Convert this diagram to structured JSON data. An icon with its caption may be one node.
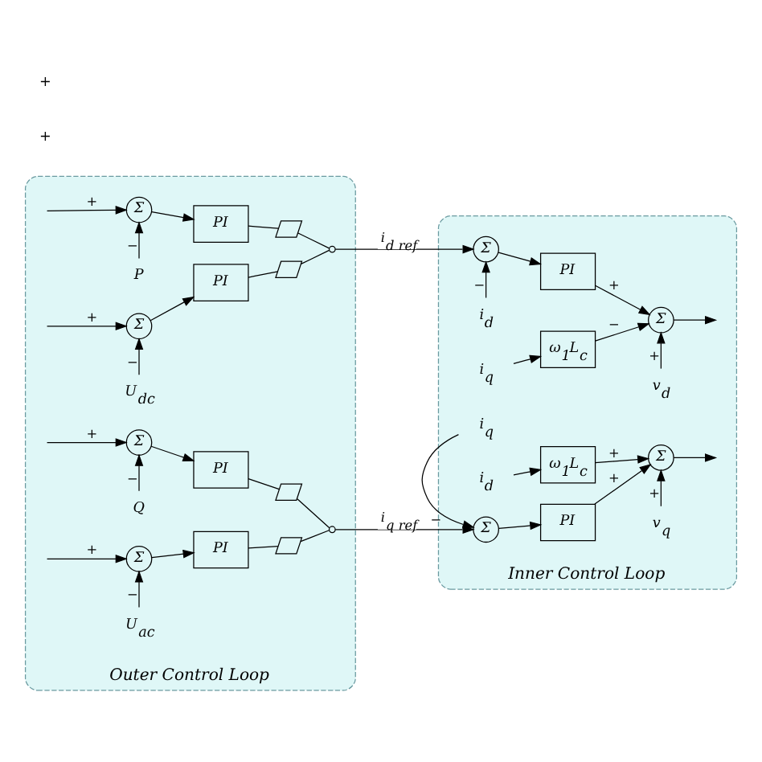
{
  "diagram": {
    "nodes": [
      {
        "text": [
          "Outer Control Loop"
        ]
      },
      {
        "text": [
          "Σ"
        ],
        "in": 0
      },
      {
        "text": [
          "PI"
        ],
        "in": 0
      },
      {
        "text": [],
        "shape": "limiter",
        "in": 0
      },
      {
        "text": [
          "P"
        ],
        "in": 0
      },
      {
        "text": [
          "Σ"
        ],
        "in": 0
      },
      {
        "text": [
          "PI"
        ],
        "in": 0
      },
      {
        "text": [],
        "shape": "limiter",
        "in": 0
      },
      {
        "text": [
          "U$_{dc}$"
        ],
        "in": 0
      },
      {
        "text": [],
        "shape": "circle",
        "in": 0
      },
      {
        "text": [
          "Σ"
        ],
        "in": 0
      },
      {
        "text": [
          "PI"
        ],
        "in": 0
      },
      {
        "text": [],
        "shape": "limiter",
        "in": 0
      },
      {
        "text": [
          "Q"
        ],
        "in": 0
      },
      {
        "text": [
          "Σ"
        ],
        "in": 0
      },
      {
        "text": [
          "PI"
        ],
        "in": 0
      },
      {
        "text": [],
        "shape": "limiter",
        "in": 0
      },
      {
        "text": [
          "U$_{ac}$"
        ],
        "in": 0
      },
      {
        "text": [],
        "shape": "circle",
        "in": 0
      },
      {
        "text": [
          "Inner Control Loop"
        ]
      },
      {
        "text": [
          "i$_{q}$"
        ],
        "in": 19
      },
      {
        "text": [
          "ω$_{1}$L$_{c}$"
        ],
        "in": 19
      },
      {
        "text": [
          "Σ"
        ],
        "in": 19
      },
      {
        "text": [
          "PI"
        ],
        "in": 19
      },
      {
        "text": [
          "Σ"
        ],
        "in": 19
      },
      {
        "text": [
          "i$_{d}$"
        ],
        "in": 19
      },
      {
        "text": [
          "v$_{d}$"
        ],
        "in": 19
      },
      {
        "text": [
          "i$_{d}$"
        ],
        "in": 19
      },
      {
        "text": [
          "ω$_{1}$L$_{c}$"
        ],
        "in": 19
      },
      {
        "text": [
          "Σ"
        ],
        "in": 19
      },
      {
        "text": [
          "PI"
        ],
        "in": 19
      },
      {
        "text": [
          "Σ"
        ],
        "in": 19
      },
      {
        "text": [
          "i$_{q}$"
        ],
        "in": 19
      },
      {
        "text": [
          "v$_{q}$"
        ],
        "in": 19
      }
    ],
    "edges": [
      {
        "from": null,
        "to": 1,
        "arrow": "to",
        "label": "+"
      },
      {
        "from": 1,
        "to": 2,
        "arrow": "to"
      },
      {
        "from": 2,
        "to": 3,
        "arrow": "none"
      },
      {
        "from": 3,
        "to": 9,
        "arrow": "none"
      },
      {
        "from": 4,
        "to": 1,
        "arrow": "to",
        "label": "−"
      },
      {
        "from": null,
        "to": 5,
        "arrow": "to",
        "label": "+"
      },
      {
        "from": 5,
        "to": 6,
        "arrow": "to"
      },
      {
        "from": 6,
        "to": 7,
        "arrow": "none"
      },
      {
        "from": 7,
        "to": 9,
        "arrow": "none"
      },
      {
        "from": 8,
        "to": 5,
        "arrow": "to",
        "label": "−"
      },
      {
        "from": null,
        "to": 10,
        "arrow": "to",
        "label": "+"
      },
      {
        "from": 10,
        "to": 11,
        "arrow": "to"
      },
      {
        "from": 11,
        "to": 12,
        "arrow": "none"
      },
      {
        "from": 12,
        "to": 18,
        "arrow": "none"
      },
      {
        "from": 13,
        "to": 10,
        "arrow": "to",
        "label": "−"
      },
      {
        "from": null,
        "to": 14,
        "arrow": "to",
        "label": "+"
      },
      {
        "from": 14,
        "to": 15,
        "arrow": "to"
      },
      {
        "from": 15,
        "to": 16,
        "arrow": "none"
      },
      {
        "from": 16,
        "to": 18,
        "arrow": "none"
      },
      {
        "from": 17,
        "to": 14,
        "arrow": "to",
        "label": "−"
      },
      {
        "from": 9,
        "to": 22,
        "arrow": "to",
        "label": "i$_{d ref}$"
      },
      {
        "from": 20,
        "to": 21,
        "arrow": "to"
      },
      {
        "from": 21,
        "to": 24,
        "arrow": "to",
        "label": "−"
      },
      {
        "from": 22,
        "to": 23,
        "arrow": "to"
      },
      {
        "from": 23,
        "to": 24,
        "arrow": "to",
        "label": "+"
      },
      {
        "from": 25,
        "to": 22,
        "arrow": "to",
        "label": "−"
      },
      {
        "from": 26,
        "to": 24,
        "arrow": "to",
        "label": "+"
      },
      {
        "from": 24,
        "to": null,
        "arrow": "to"
      },
      {
        "from": 18,
        "to": 29,
        "arrow": "to",
        "label": "i$_{q ref}$"
      },
      {
        "from": 27,
        "to": 28,
        "arrow": "to"
      },
      {
        "from": 28,
        "to": 31,
        "arrow": "to",
        "label": "+"
      },
      {
        "from": 29,
        "to": 30,
        "arrow": "to"
      },
      {
        "from": 30,
        "to": 31,
        "arrow": "to",
        "label": "+"
      },
      {
        "from": 32,
        "to": 29,
        "arrow": "to",
        "label": "−"
      },
      {
        "from": 33,
        "to": 31,
        "arrow": "to",
        "label": "+"
      },
      {
        "from": 31,
        "to": null,
        "arrow": "to"
      }
    ],
    "labels": [
      "+",
      "+"
    ]
  }
}
